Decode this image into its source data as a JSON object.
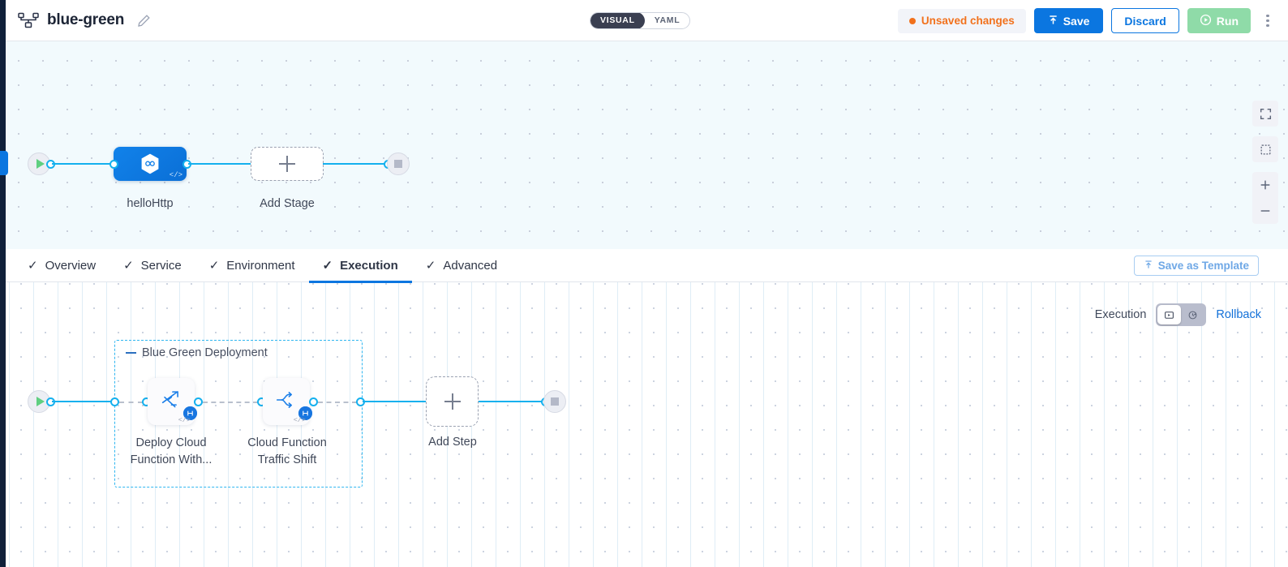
{
  "header": {
    "pipeline_icon": "pipeline-nodes-icon",
    "title": "blue-green",
    "edit_icon": "pencil-edit-icon",
    "mode_toggle": {
      "options": [
        "VISUAL",
        "YAML"
      ],
      "selected": "VISUAL"
    },
    "unsaved_changes_label": "Unsaved changes",
    "save_label": "Save",
    "discard_label": "Discard",
    "run_label": "Run",
    "more_menu_icon": "kebab-menu-icon",
    "colors": {
      "unsaved": "#f2711c",
      "save_bg": "#0b76e0",
      "discard_text": "#0b76e0",
      "run_bg": "#8fdba8",
      "toggle_active_bg": "#3a3f51"
    }
  },
  "stage_canvas": {
    "start_node_icon": "play-start-icon",
    "end_node_icon": "stop-end-icon",
    "stage": {
      "label": "helloHttp",
      "icon": "hexagon-infinity-icon",
      "code_tag": "</>"
    },
    "add_stage": {
      "label": "Add Stage",
      "icon": "plus-icon"
    },
    "controls": [
      {
        "name": "fullscreen-icon"
      },
      {
        "name": "selection-box-icon"
      },
      {
        "name": "zoom-in-icon"
      },
      {
        "name": "zoom-out-icon"
      }
    ]
  },
  "tabs": {
    "items": [
      {
        "label": "Overview",
        "check": "✓",
        "active": false
      },
      {
        "label": "Service",
        "check": "✓",
        "active": false
      },
      {
        "label": "Environment",
        "check": "✓",
        "active": false
      },
      {
        "label": "Execution",
        "check": "✓",
        "active": true
      },
      {
        "label": "Advanced",
        "check": "✓",
        "active": false
      }
    ],
    "save_as_template_label": "Save as Template",
    "save_as_template_icon": "upload-template-icon"
  },
  "execution_bar": {
    "label": "Execution",
    "toggle": {
      "options": [
        {
          "icon": "execution-flow-icon",
          "selected": true
        },
        {
          "icon": "rollback-clock-icon",
          "selected": false
        }
      ]
    },
    "rollback_label": "Rollback",
    "rollback_color": "#1270d8"
  },
  "execution_canvas": {
    "start_node_icon": "play-start-icon",
    "end_node_icon": "stop-end-icon",
    "group": {
      "title": "Blue Green Deployment",
      "border_color": "#2fb6f0",
      "steps": [
        {
          "label": "Deploy Cloud\nFunction With...",
          "label_line1": "Deploy Cloud",
          "label_line2": "Function With...",
          "icon": "deploy-function-icon",
          "badge_icon": "hexagon-badge-icon",
          "code_tag": "</>"
        },
        {
          "label": "Cloud Function\nTraffic Shift",
          "label_line1": "Cloud Function",
          "label_line2": "Traffic Shift",
          "icon": "traffic-split-icon",
          "badge_icon": "hexagon-badge-icon",
          "code_tag": "</>"
        }
      ]
    },
    "add_step": {
      "label": "Add Step",
      "icon": "plus-icon"
    }
  }
}
